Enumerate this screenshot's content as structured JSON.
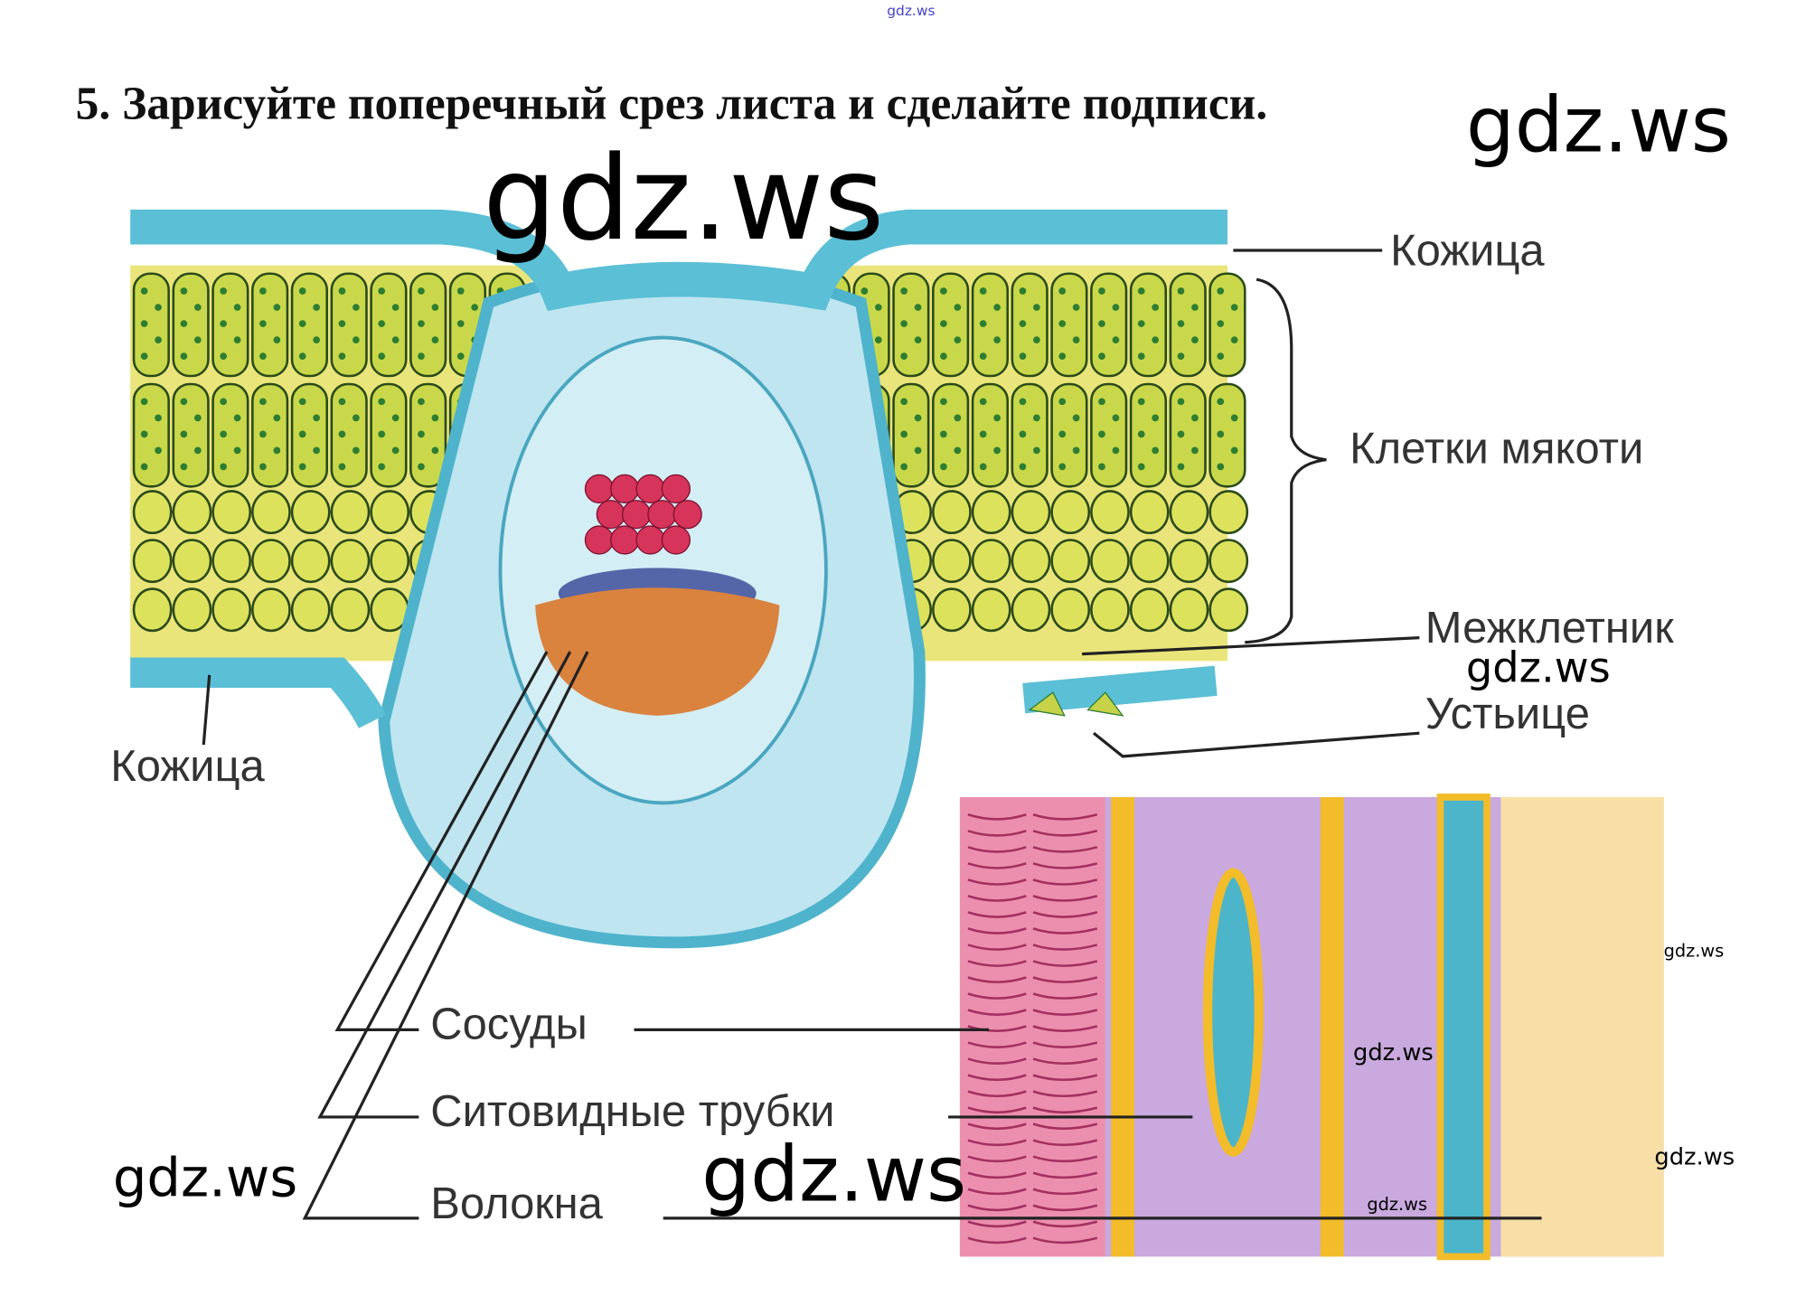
{
  "header_watermark": "gdz.ws",
  "title": "5. Зарисуйте поперечный срез листа и сделайте подписи.",
  "watermarks": [
    "gdz.ws",
    "gdz.ws",
    "gdz.ws",
    "gdz.ws",
    "gdz.ws",
    "gdz.ws",
    "gdz.ws",
    "gdz.ws",
    "gdz.ws"
  ],
  "labels": {
    "upper_epidermis": "Кожица",
    "mesophyll": "Клетки мякоти",
    "intercellular_space": "Межклетник",
    "stoma": "Устьице",
    "lower_epidermis": "Кожица",
    "vessels": "Сосуды",
    "sieve_tubes": "Ситовидные трубки",
    "fibers": "Волокна"
  },
  "colors": {
    "epidermis": "#5bbfd6",
    "mesophyll": "#e8e46a",
    "chloroplast": "#2e7d32",
    "xylem": "#d6345a",
    "phloem": "#5566a8",
    "fiber": "#c8753a",
    "vein": "#b9e3ef"
  }
}
